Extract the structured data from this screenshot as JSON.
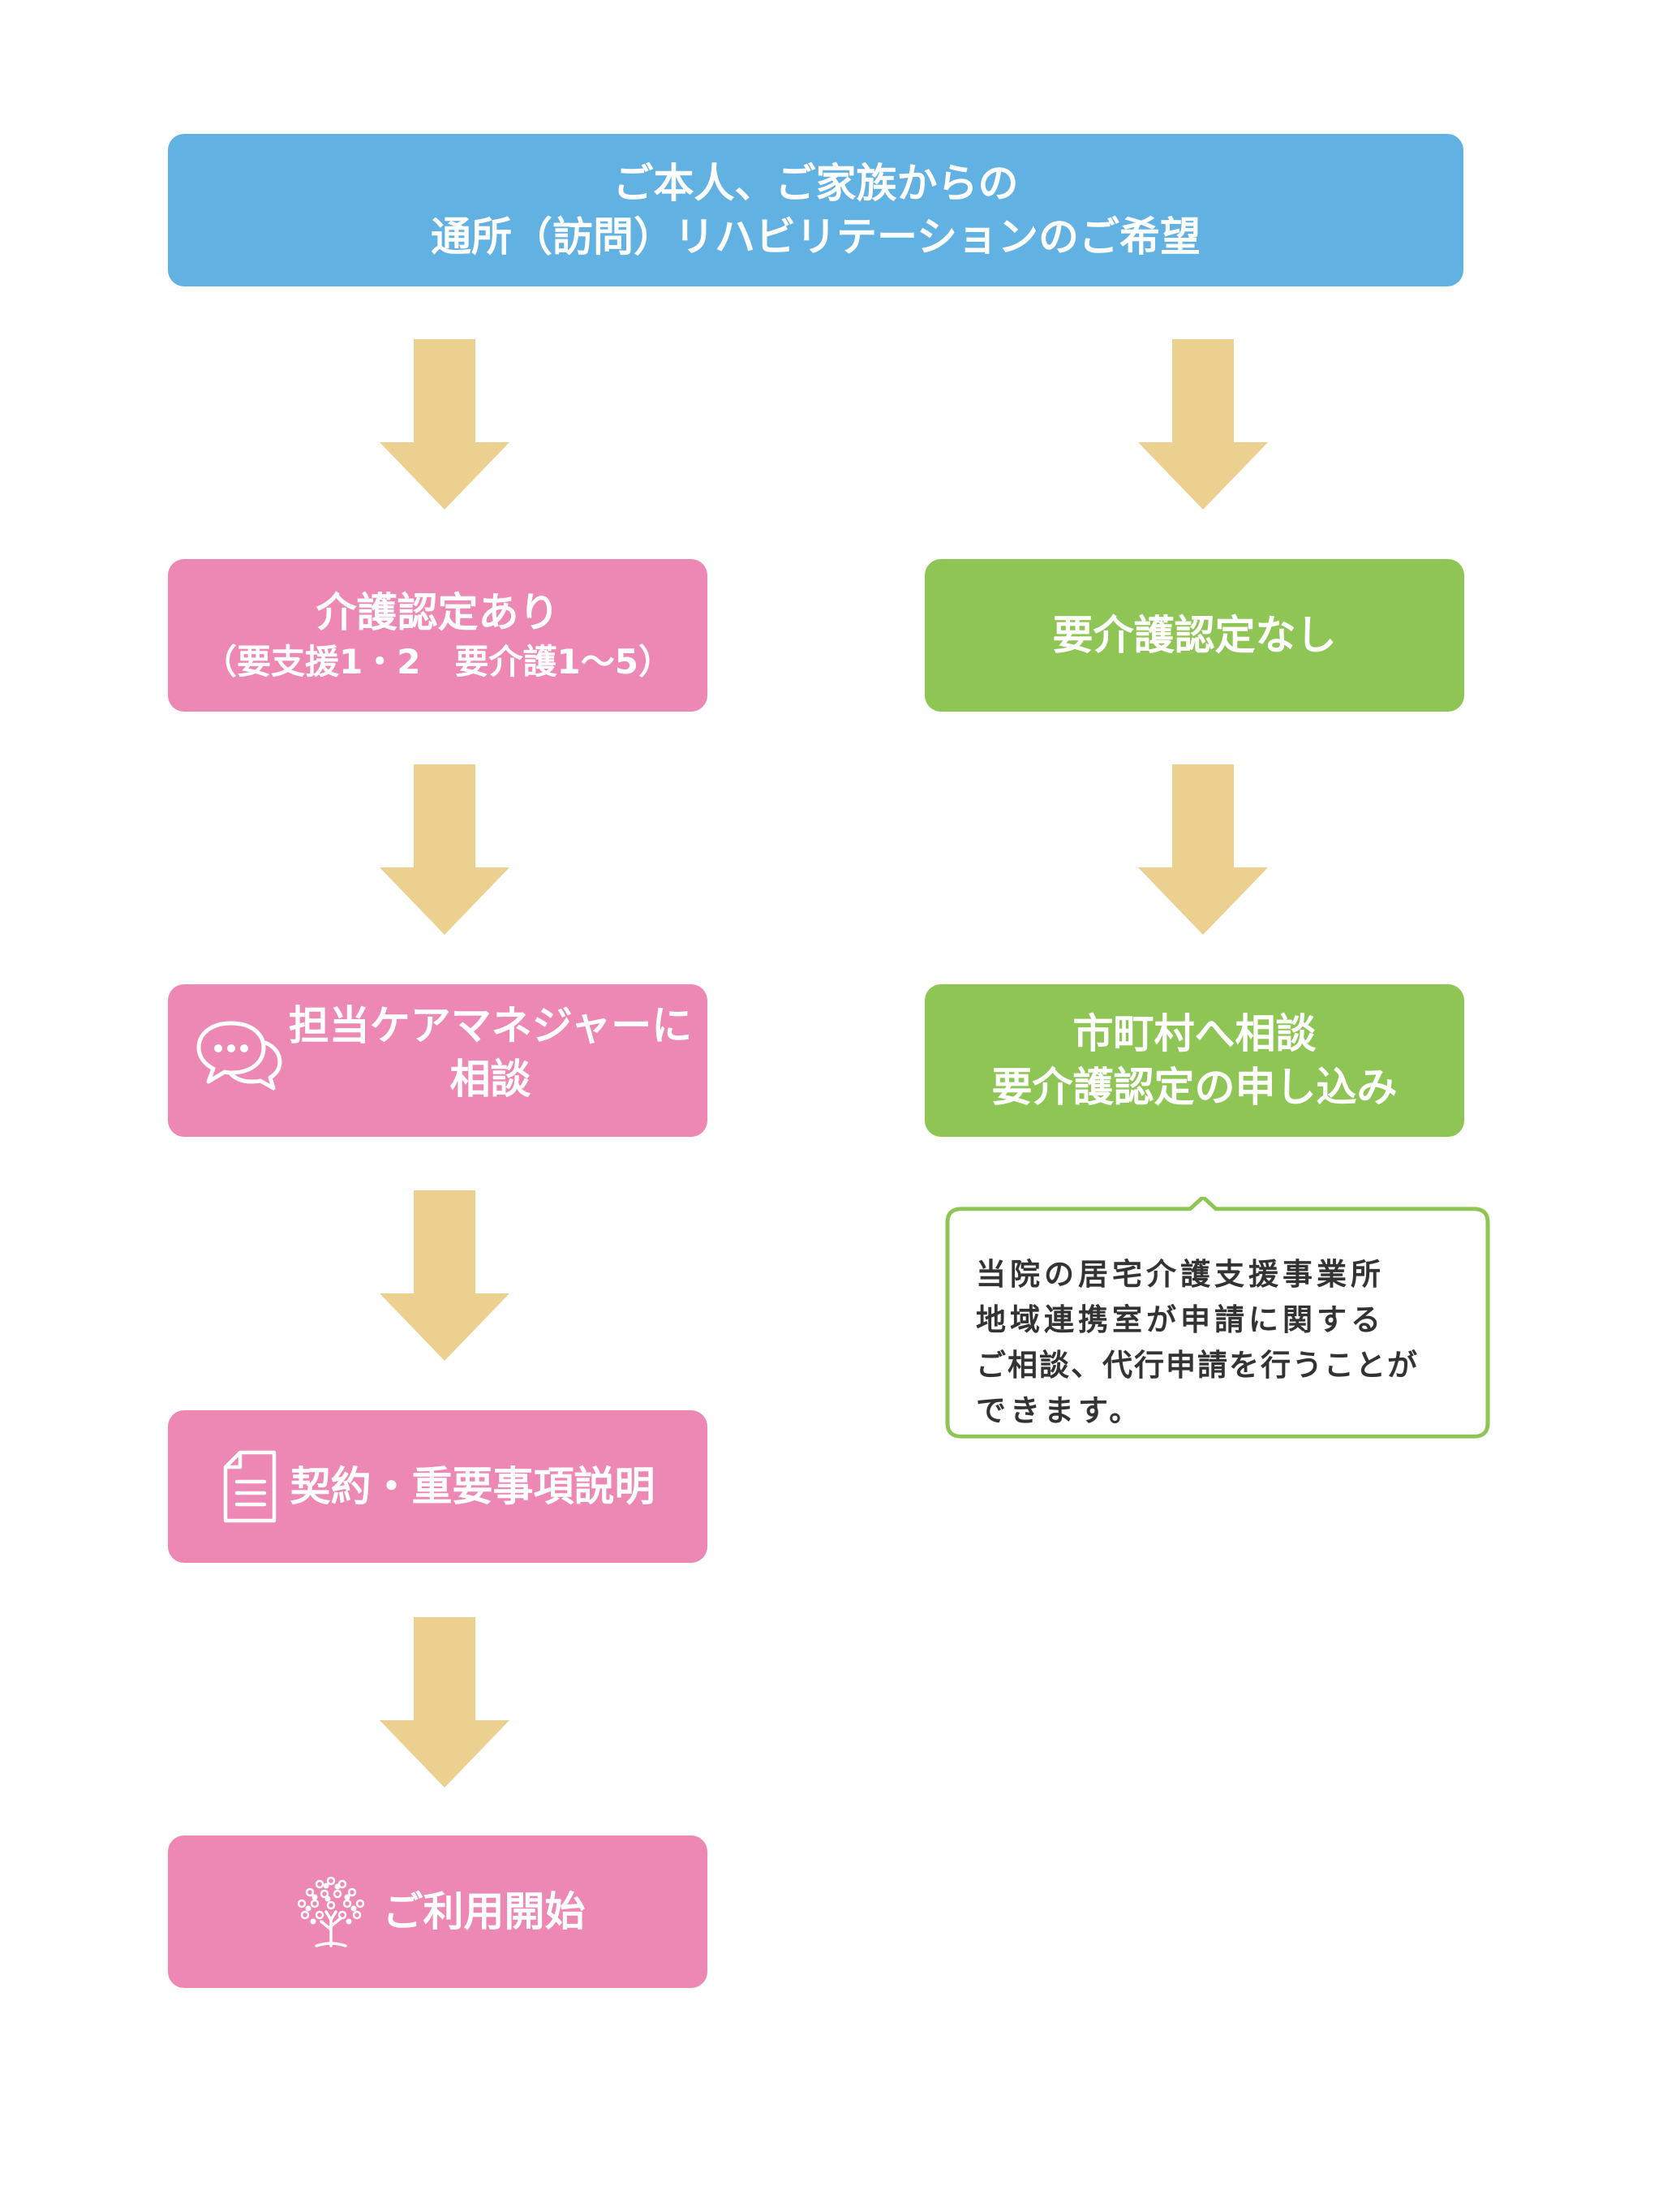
{
  "start": {
    "line1": "ご本人、ご家族からの",
    "line2": "通所（訪問）リハビリテーションのご希望"
  },
  "left": {
    "step1": {
      "line1": "介護認定あり",
      "line2": "（要支援1・2　要介護1〜5）"
    },
    "step2": {
      "line1": "担当ケアマネジャーに",
      "line2": "相談",
      "icon": "chat-bubbles-icon"
    },
    "step3": {
      "label": "契約・重要事項説明",
      "icon": "document-icon"
    },
    "step4": {
      "label": "ご利用開始",
      "icon": "tree-icon"
    }
  },
  "right": {
    "step1": {
      "label": "要介護認定なし"
    },
    "step2": {
      "line1": "市町村へ相談",
      "line2": "要介護認定の申し込み"
    },
    "note": {
      "line1": "当院の居宅介護支援事業所",
      "line2": "地域連携室が申請に関する",
      "line3": "ご相談、代行申請を行うことが",
      "line4": "できます。"
    }
  },
  "colors": {
    "blue": "#62b1e3",
    "pink": "#ed87b3",
    "green": "#8ec555",
    "arrow": "#ebd08f",
    "note_border": "#8ec555",
    "note_text": "#333333"
  }
}
